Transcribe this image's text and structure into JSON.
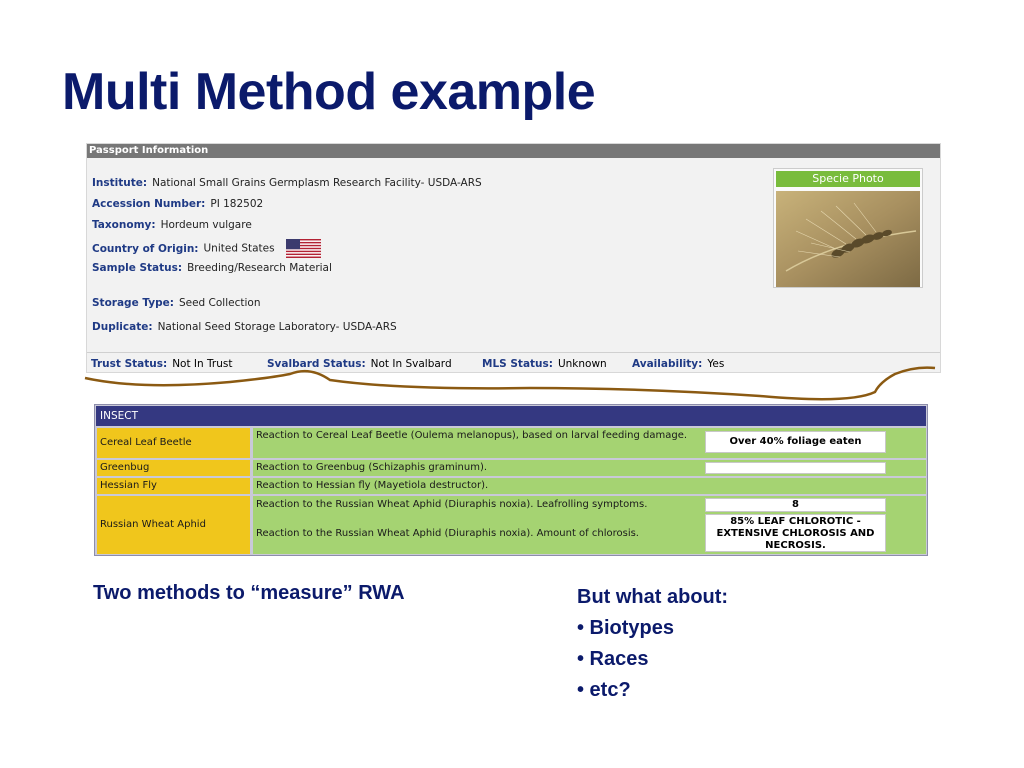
{
  "slide": {
    "title": "Multi Method example"
  },
  "passport": {
    "header": "Passport Information",
    "fields": [
      {
        "label": "Institute:",
        "value": "National Small Grains Germplasm Research Facility- USDA-ARS"
      },
      {
        "label": "Accession Number:",
        "value": "PI 182502"
      },
      {
        "label": "Taxonomy:",
        "value": "Hordeum vulgare"
      },
      {
        "label": "Country of Origin:",
        "value": "United States"
      },
      {
        "label": "Sample Status:",
        "value": "Breeding/Research Material"
      },
      {
        "label": "Storage Type:",
        "value": "Seed Collection"
      },
      {
        "label": "Duplicate:",
        "value": "National Seed Storage Laboratory- USDA-ARS"
      }
    ],
    "photo_header": "Specie Photo",
    "status_bar": [
      {
        "label": "Trust Status:",
        "value": "Not In Trust"
      },
      {
        "label": "Svalbard Status:",
        "value": "Not In Svalbard"
      },
      {
        "label": "MLS Status:",
        "value": "Unknown"
      },
      {
        "label": "Availability:",
        "value": "Yes"
      }
    ],
    "icons": {
      "flag": "us-flag-icon",
      "photo": "barley-photo"
    }
  },
  "insect_table": {
    "header": "INSECT",
    "rows": [
      {
        "name": "Cereal Leaf Beetle",
        "desc": "Reaction to Cereal Leaf Beetle (Oulema melanopus), based on larval feeding damage.",
        "value": "Over 40% foliage eaten"
      },
      {
        "name": "Greenbug",
        "desc": "Reaction to Greenbug (Schizaphis graminum).",
        "value": ""
      },
      {
        "name": "Hessian Fly",
        "desc": "Reaction to Hessian fly (Mayetiola destructor).",
        "value": ""
      },
      {
        "name": "Russian Wheat Aphid",
        "desc": "Reaction to the Russian Wheat Aphid (Diuraphis noxia). Leafrolling symptoms.",
        "value": "8"
      },
      {
        "name": "",
        "desc": "Reaction to the Russian Wheat Aphid (Diuraphis noxia). Amount of chlorosis.",
        "value": "85% LEAF CHLOROTIC - EXTENSIVE CHLOROSIS AND NECROSIS."
      }
    ],
    "colors": {
      "header": "#343881",
      "name_cell": "#f0c61c",
      "desc_cell": "#a5d372"
    }
  },
  "captions": {
    "left": "Two methods to “measure” RWA",
    "right_title": "But what about:",
    "right_items": [
      "• Biotypes",
      "• Races",
      "• etc?"
    ]
  },
  "colors": {
    "title": "#0b1a6b",
    "label": "#1f3a85",
    "photo_header": "#79bc3c",
    "wave": "#8b5a12"
  }
}
